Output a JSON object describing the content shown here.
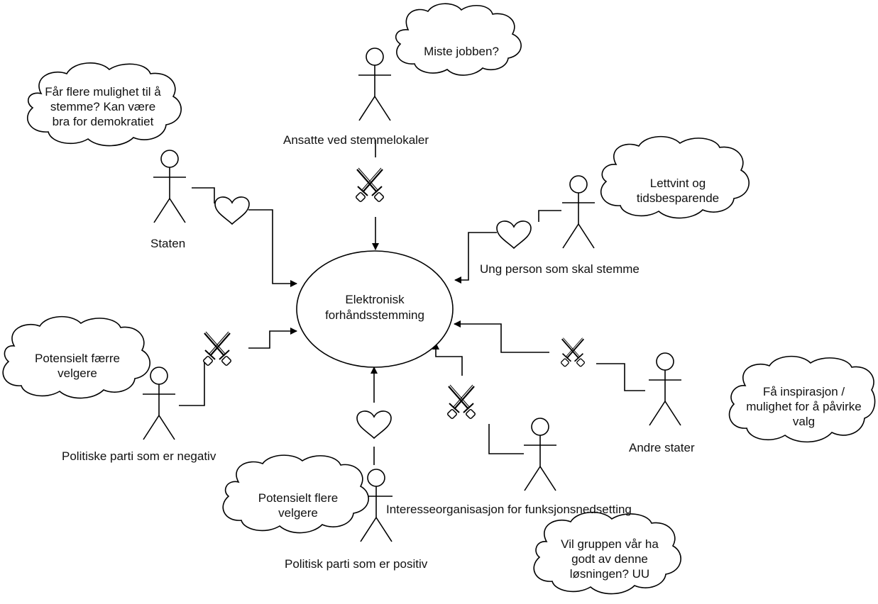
{
  "center": {
    "line1": "Elektronisk",
    "line2": "forhåndsstemming"
  },
  "actors": {
    "ansatte": "Ansatte ved stemmelokaler",
    "staten": "Staten",
    "ung": "Ung person som skal stemme",
    "politiske_negativ": "Politiske parti som er negativ",
    "politisk_positiv": "Politisk parti som er positiv",
    "interesse": "Interesseorganisasjon for funksjonsnedsetting",
    "andre": "Andre stater"
  },
  "clouds": {
    "miste": [
      "Miste jobben?"
    ],
    "staten": [
      "Får flere mulighet til å",
      "stemme? Kan være",
      "bra for demokratiet"
    ],
    "lettvint": [
      "Lettvint og",
      "tidsbesparende"
    ],
    "faerre": [
      "Potensielt færre",
      "velgere"
    ],
    "inspirasjon": [
      "Få inspirasjon /",
      "mulighet for å påvirke",
      "valg"
    ],
    "flere": [
      "Potensielt flere",
      "velgere"
    ],
    "gruppen": [
      "Vil gruppen vår ha",
      "godt av denne",
      "løsningen? UU"
    ]
  },
  "relation_icons": {
    "positive": "heart-icon",
    "conflict": "crossed-swords-icon"
  }
}
